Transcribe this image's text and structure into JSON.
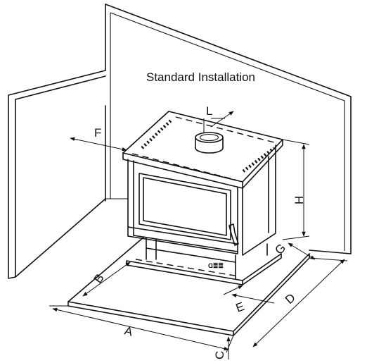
{
  "title": "Standard Installation",
  "labels": {
    "A": "A",
    "B": "B",
    "C": "C",
    "D": "D",
    "E": "E",
    "F": "F",
    "G": "G",
    "H": "H",
    "L": "L"
  }
}
